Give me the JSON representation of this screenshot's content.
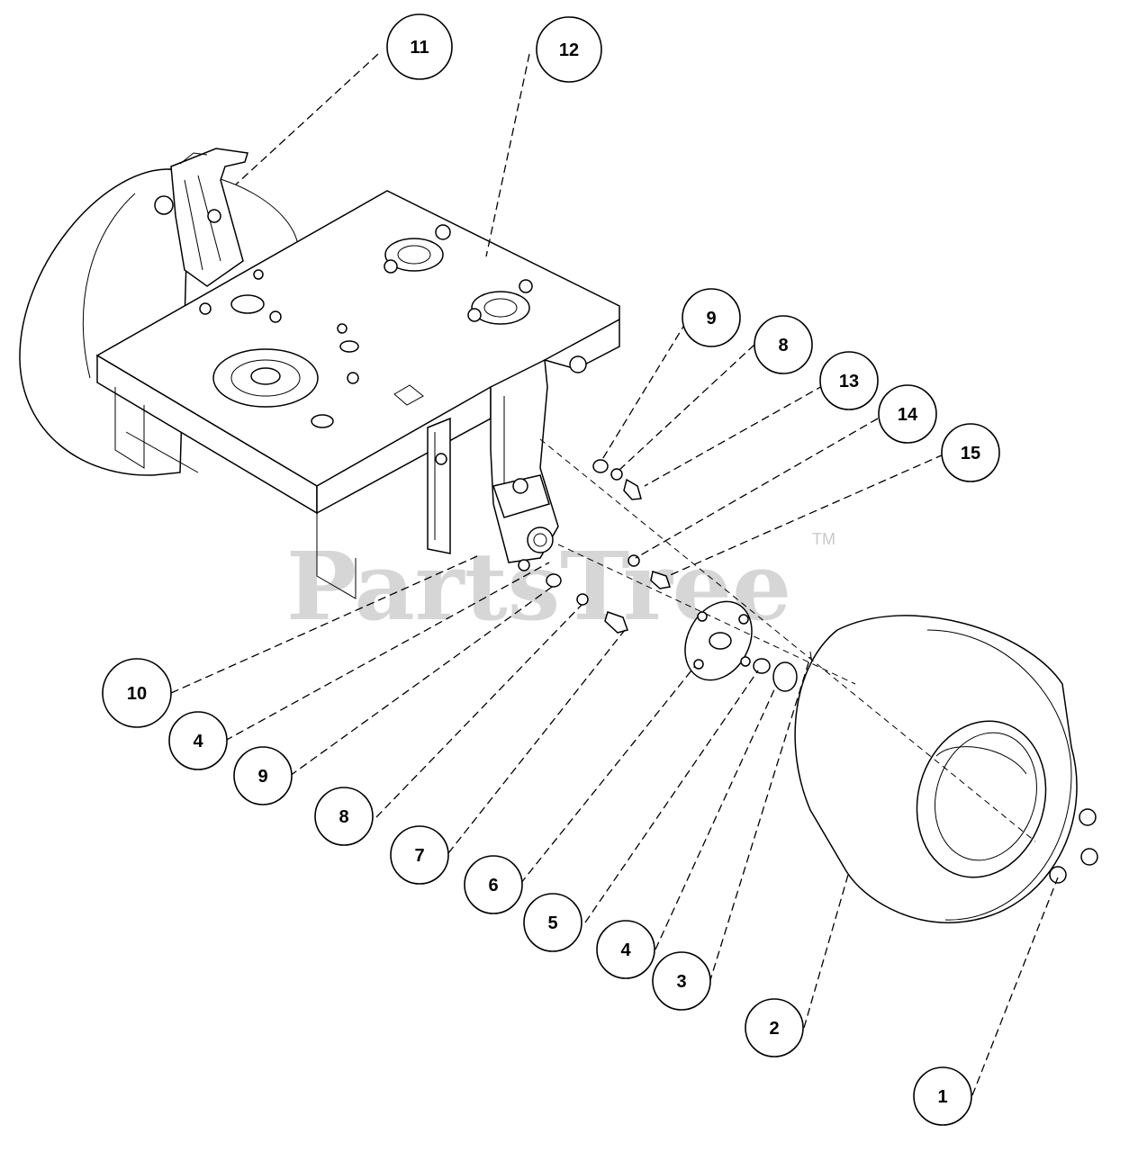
{
  "watermark": {
    "brand": "PartsTree",
    "trademark": "TM"
  },
  "callouts": [
    {
      "label": "11"
    },
    {
      "label": "12"
    },
    {
      "label": "9"
    },
    {
      "label": "8"
    },
    {
      "label": "13"
    },
    {
      "label": "14"
    },
    {
      "label": "15"
    },
    {
      "label": "10"
    },
    {
      "label": "4"
    },
    {
      "label": "9"
    },
    {
      "label": "8"
    },
    {
      "label": "7"
    },
    {
      "label": "6"
    },
    {
      "label": "5"
    },
    {
      "label": "4"
    },
    {
      "label": "3"
    },
    {
      "label": "2"
    },
    {
      "label": "1"
    }
  ]
}
